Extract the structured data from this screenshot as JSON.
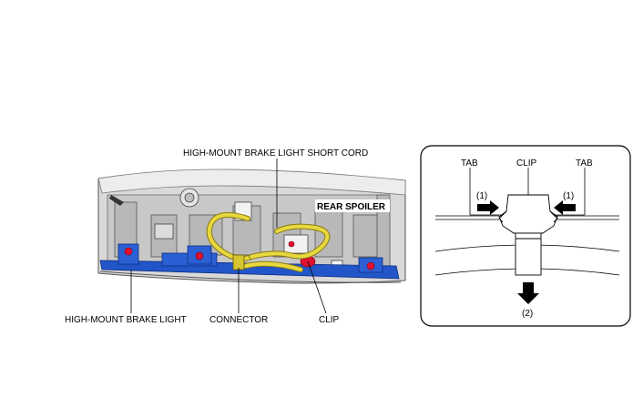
{
  "main_diagram": {
    "labels": {
      "short_cord": "HIGH-MOUNT BRAKE LIGHT SHORT CORD",
      "rear_spoiler": "REAR SPOILER",
      "brake_light": "HIGH-MOUNT BRAKE LIGHT",
      "connector": "CONNECTOR",
      "clip": "CLIP"
    }
  },
  "detail_diagram": {
    "labels": {
      "tab_left": "TAB",
      "clip": "CLIP",
      "tab_right": "TAB",
      "step1_left": "(1)",
      "step1_right": "(1)",
      "step2": "(2)"
    }
  },
  "colors": {
    "harness": "#e8d840",
    "harness_dark": "#8a7a10",
    "lamp_body": "#2255c8",
    "lamp_dark": "#0b2f80",
    "clip_red": "#e01030",
    "panel": "#d8d8d8"
  }
}
